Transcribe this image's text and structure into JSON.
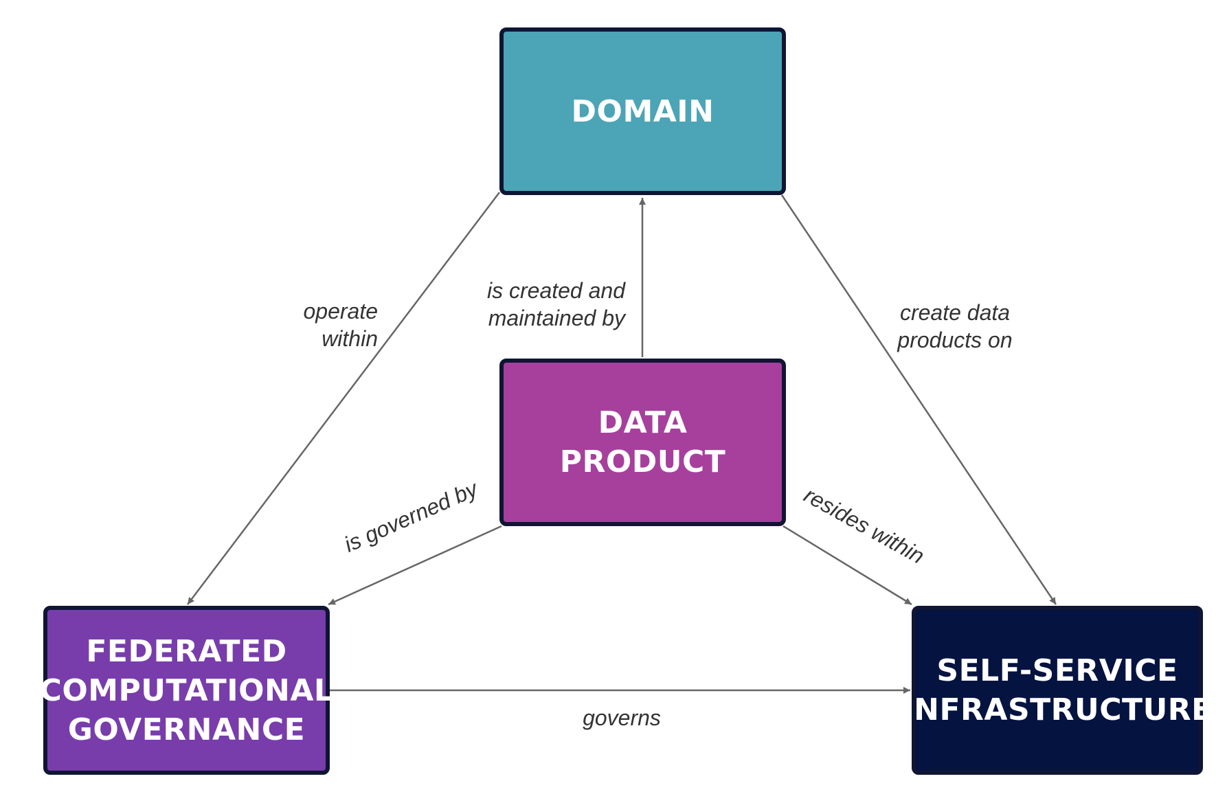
{
  "diagram": {
    "nodes": {
      "domain": {
        "label": "DOMAIN",
        "color": "#4ba5b6"
      },
      "data_product": {
        "label": "DATA\nPRODUCT",
        "color": "#a6409c"
      },
      "governance": {
        "label": "FEDERATED\nCOMPUTATIONAL\nGOVERNANCE",
        "color": "#783dab"
      },
      "infrastructure": {
        "label": "SELF-SERVICE\nINFRASTRUCTURE",
        "color": "#051340"
      }
    },
    "edges": {
      "domain_to_governance": {
        "from": "DOMAIN",
        "to": "FEDERATED COMPUTATIONAL GOVERNANCE",
        "label": "operate\nwithin"
      },
      "data_product_to_domain": {
        "from": "DATA PRODUCT",
        "to": "DOMAIN",
        "label": "is created and\nmaintained by"
      },
      "domain_to_infrastructure": {
        "from": "DOMAIN",
        "to": "SELF-SERVICE INFRASTRUCTURE",
        "label": "create data\nproducts on"
      },
      "data_product_to_governance": {
        "from": "DATA PRODUCT",
        "to": "FEDERATED COMPUTATIONAL GOVERNANCE",
        "label": "is governed by"
      },
      "data_product_to_infrastructure": {
        "from": "DATA PRODUCT",
        "to": "SELF-SERVICE INFRASTRUCTURE",
        "label": "resides within"
      },
      "governance_to_infrastructure": {
        "from": "FEDERATED COMPUTATIONAL GOVERNANCE",
        "to": "SELF-SERVICE INFRASTRUCTURE",
        "label": "governs"
      }
    },
    "colors": {
      "border": "#0f1533",
      "arrow": "#666666",
      "label_text": "#333333"
    }
  }
}
